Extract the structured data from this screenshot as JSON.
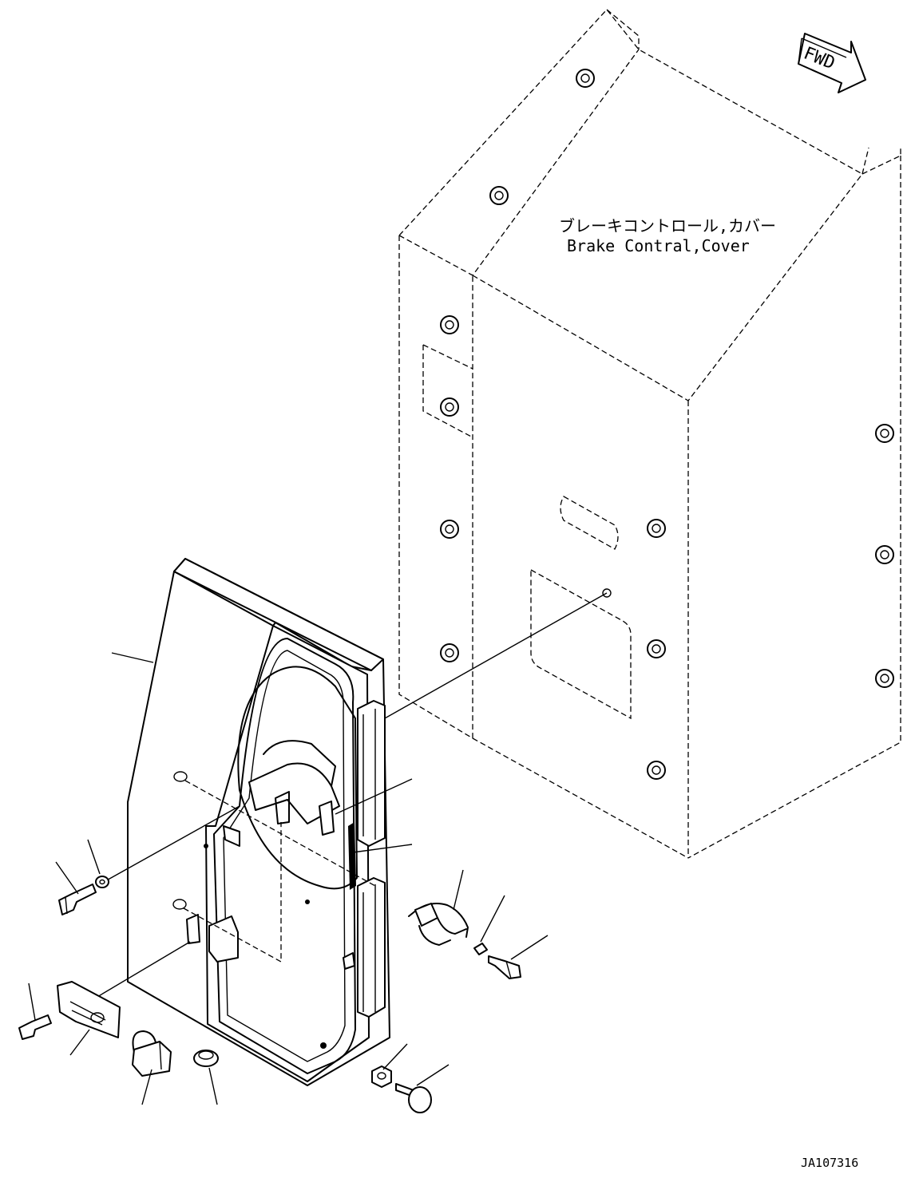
{
  "orientation_badge": {
    "text": "FWD"
  },
  "cover_label": {
    "japanese": "ブレーキコントロール,カバー",
    "english": "Brake Contral,Cover"
  },
  "drawing_number": "JA107316"
}
